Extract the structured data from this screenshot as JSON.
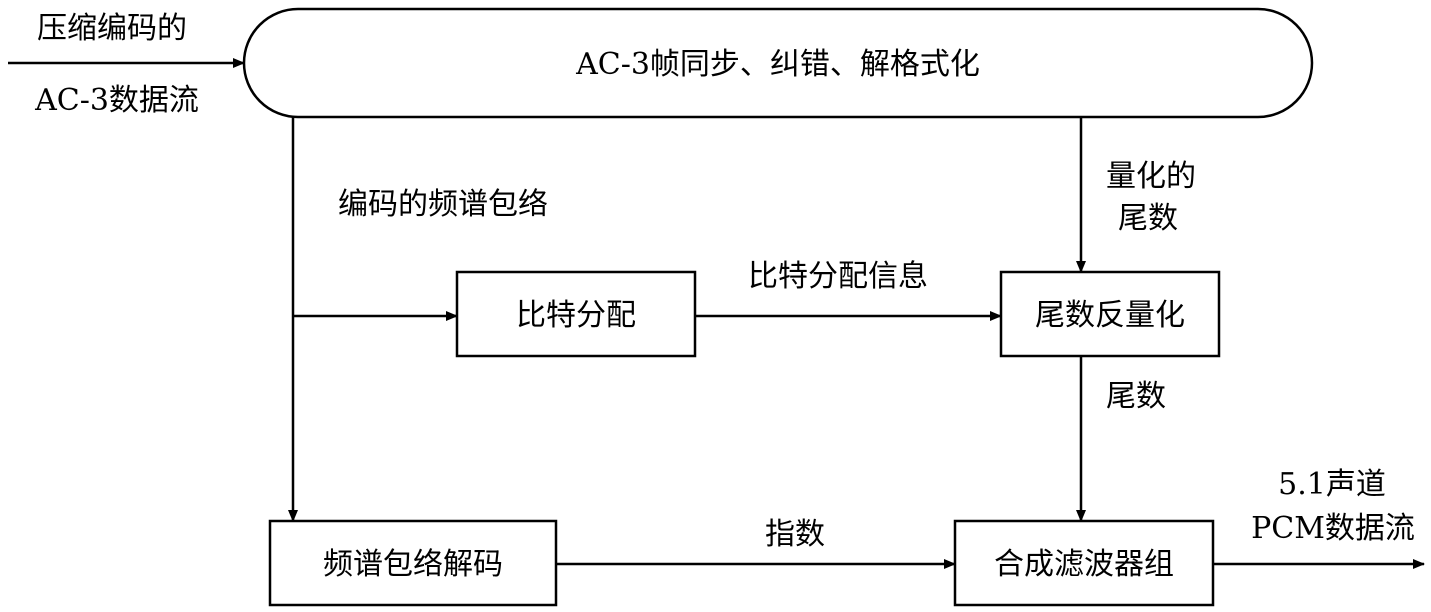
{
  "diagram": {
    "input_label_line1": "压缩编码的",
    "input_label_line2": "AC-3数据流",
    "sync_block": "AC-3帧同步、纠错、解格式化",
    "envelope_label": "编码的频谱包络",
    "quantized_label_line1": "量化的",
    "quantized_label_line2": "尾数",
    "bit_alloc_block": "比特分配",
    "bit_alloc_info_label": "比特分配信息",
    "dequant_block": "尾数反量化",
    "mantissa_label": "尾数",
    "envelope_decode_block": "频谱包络解码",
    "exponent_label": "指数",
    "synthesis_block": "合成滤波器组",
    "output_label_line1": "5.1声道",
    "output_label_line2": "PCM数据流"
  }
}
